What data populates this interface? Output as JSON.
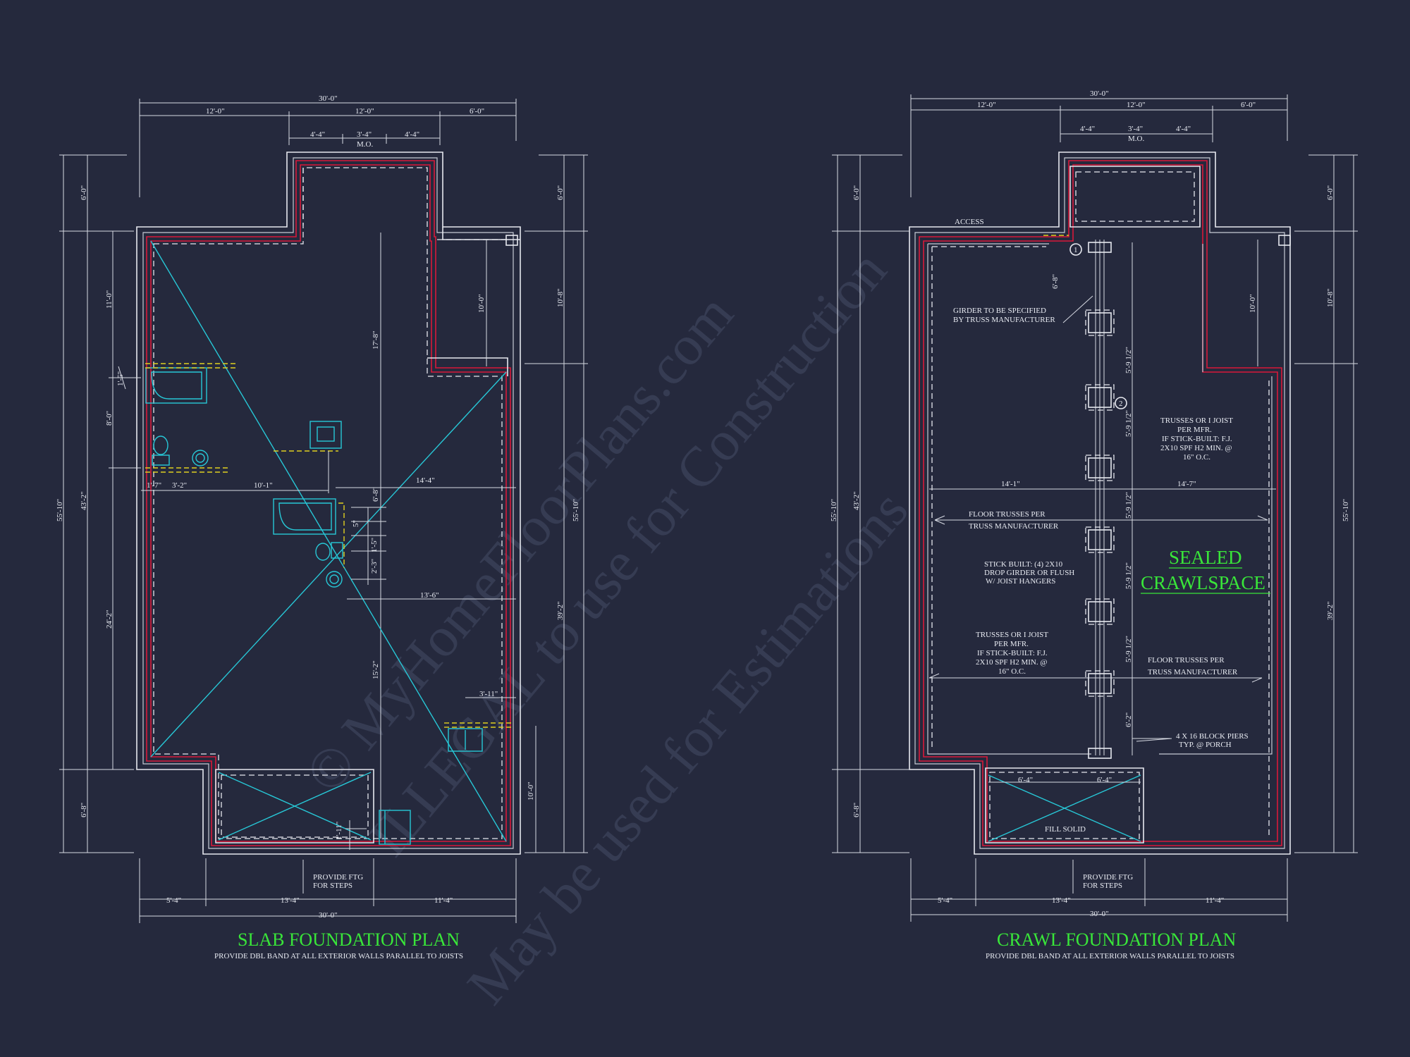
{
  "watermark": {
    "line1": "© MyHomeFloorPlans.com",
    "line2": "ILLEGAL to use for Construction",
    "line3": "May be used for Estimations"
  },
  "slab": {
    "title": "SLAB FOUNDATION PLAN",
    "subtitle": "PROVIDE DBL BAND AT ALL EXTERIOR WALLS PARALLEL TO JOISTS",
    "dims": {
      "top_overall": "30'-0\"",
      "top_a": "12'-0\"",
      "top_b": "12'-0\"",
      "top_c": "6'-0\"",
      "mo_a": "4'-4\"",
      "mo_b": "3'-4\"",
      "mo_c": "4'-4\"",
      "mo_label": "M.O.",
      "left_overall": "55'-10\"",
      "left_top": "6'-0\"",
      "left_mid": "43'-2\"",
      "left_bot": "6'-8\"",
      "left_i1": "11'-0\"",
      "left_i2": "8'-0\"",
      "left_i3": "24'-2\"",
      "left_i4": "1'-5\"",
      "right_overall": "55'-10\"",
      "right_top": "6'-0\"",
      "right_a": "10'-8\"",
      "right_b": "39'-2\"",
      "right_c": "10'-0\"",
      "inner_10": "10'-0\"",
      "v_17_8": "17'-8\"",
      "v_15_2": "15'-2\"",
      "v_6_8": "6'-8\"",
      "v_1_5": "1'-5\"",
      "v_2_3": "2'-3\"",
      "v_5": "5\"",
      "v_1_11": "1'-11\"",
      "h_1_7": "1'-7\"",
      "h_3_2": "3'-2\"",
      "h_10_1": "10'-1\"",
      "h_14_4": "14'-4\"",
      "h_13_6": "13'-6\"",
      "h_3_11": "3'-11\"",
      "bot_a": "5'-4\"",
      "bot_b": "13'-4\"",
      "bot_c": "11'-4\"",
      "bot_overall": "30'-0\""
    },
    "note_steps": [
      "PROVIDE FTG",
      "FOR STEPS"
    ]
  },
  "crawl": {
    "title": "CRAWL FOUNDATION PLAN",
    "subtitle": "PROVIDE DBL BAND AT ALL EXTERIOR WALLS PARALLEL TO JOISTS",
    "sealed": [
      "SEALED",
      "CRAWLSPACE"
    ],
    "access": "ACCESS",
    "dims": {
      "top_overall": "30'-0\"",
      "top_a": "12'-0\"",
      "top_b": "12'-0\"",
      "top_c": "6'-0\"",
      "mo_a": "4'-4\"",
      "mo_b": "3'-4\"",
      "mo_c": "4'-4\"",
      "mo_label": "M.O.",
      "left_overall": "55'-10\"",
      "left_top": "6'-0\"",
      "left_mid": "43'-2\"",
      "left_bot": "6'-8\"",
      "right_overall": "55'-10\"",
      "right_top": "6'-0\"",
      "right_a": "10'-8\"",
      "right_b": "39'-2\"",
      "inner_10": "10'-0\"",
      "pier_6_8": "6'-8\"",
      "pier_a": "5'-9 1/2\"",
      "pier_b": "5'-9 1/2\"",
      "pier_c": "5'-9 1/2\"",
      "pier_d": "5'-9 1/2\"",
      "pier_e": "5'-9 1/2\"",
      "pier_f": "6'-2\"",
      "h_14_1": "14'-1\"",
      "h_14_7": "14'-7\"",
      "porch_a": "6'-4\"",
      "porch_b": "6'-4\"",
      "bot_a": "5'-4\"",
      "bot_b": "13'-4\"",
      "bot_c": "11'-4\"",
      "bot_overall": "30'-0\""
    },
    "notes": {
      "girder": [
        "GIRDER TO BE SPECIFIED",
        "BY TRUSS MANUFACTURER"
      ],
      "trusses_right": [
        "TRUSSES OR I JOIST",
        "PER MFR.",
        "IF STICK-BUILT: F.J.",
        "2X10 SPF H2 MIN. @",
        "16\" O.C."
      ],
      "floor_trusses_left": [
        "FLOOR TRUSSES PER",
        "TRUSS MANUFACTURER"
      ],
      "stick_built": [
        "STICK BUILT: (4) 2X10",
        "DROP GIRDER OR FLUSH",
        "W/ JOIST HANGERS"
      ],
      "trusses_left": [
        "TRUSSES OR I JOIST",
        "PER MFR.",
        "IF STICK-BUILT: F.J.",
        "2X10 SPF H2 MIN. @",
        "16\" O.C."
      ],
      "floor_trusses_right": [
        "FLOOR TRUSSES PER",
        "TRUSS MANUFACTURER"
      ],
      "block_piers": [
        "4 X 16 BLOCK PIERS",
        "TYP. @ PORCH"
      ],
      "fill_solid": "FILL SOLID",
      "steps": [
        "PROVIDE FTG",
        "FOR STEPS"
      ],
      "tag1": "1",
      "tag2": "2"
    }
  }
}
